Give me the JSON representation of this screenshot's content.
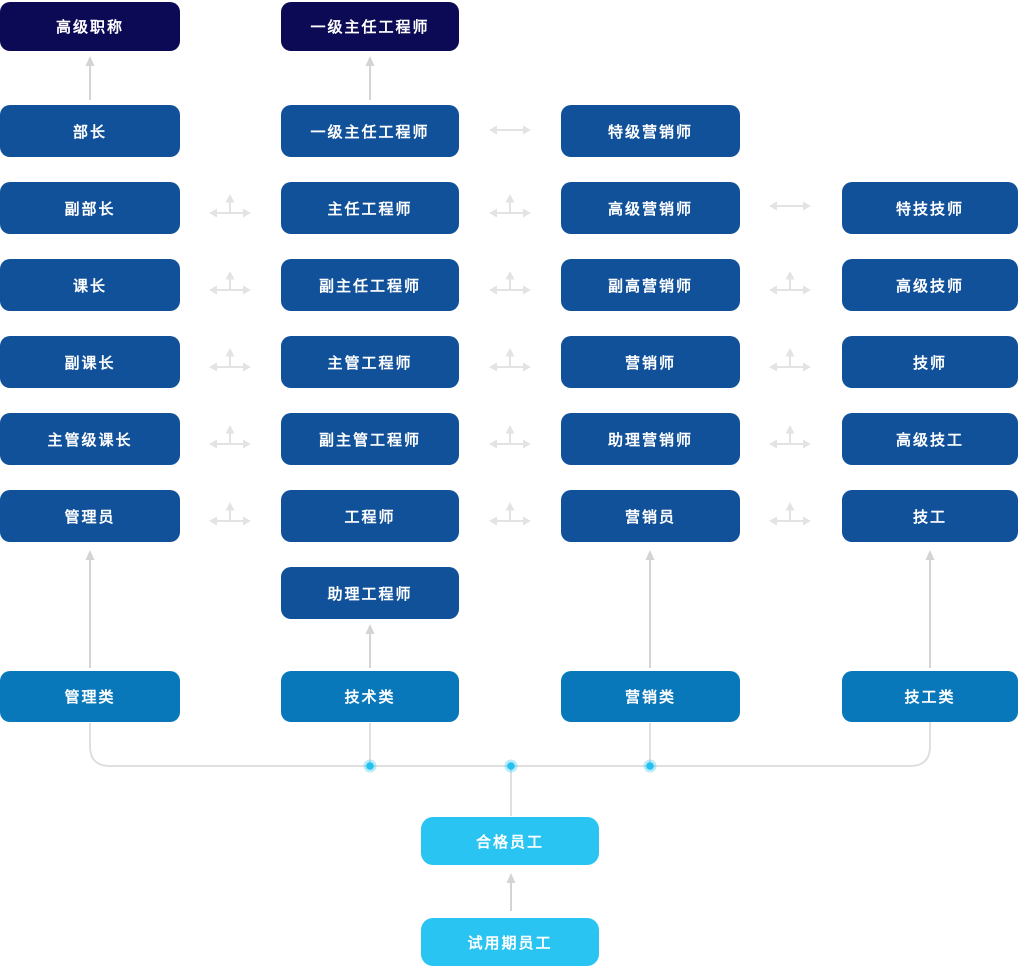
{
  "diagram_type": "career-ladder-org-chart",
  "colors": {
    "title_box": "#0d0a55",
    "level_box": "#11519a",
    "category_box": "#0878ba",
    "base_box": "#29c4f1",
    "connector_line": "#dcdcdc",
    "arrow": "#d4d4d4",
    "side_arrow": "#e3e3e3",
    "junction_dot": "#29c4f1",
    "text": "#ffffff"
  },
  "ladders": {
    "management": {
      "top": "高级职称",
      "levels": [
        "部长",
        "副部长",
        "课长",
        "副课长",
        "主管级课长",
        "管理员"
      ],
      "category": "管理类"
    },
    "technical": {
      "top": "一级主任工程师",
      "levels": [
        "一级主任工程师",
        "主任工程师",
        "副主任工程师",
        "主管工程师",
        "副主管工程师",
        "工程师",
        "助理工程师"
      ],
      "category": "技术类"
    },
    "marketing": {
      "levels": [
        "特级营销师",
        "高级营销师",
        "副高营销师",
        "营销师",
        "助理营销师",
        "营销员"
      ],
      "category": "营销类"
    },
    "skilled": {
      "levels": [
        "特技技师",
        "高级技师",
        "技师",
        "高级技工",
        "技工"
      ],
      "category": "技工类"
    }
  },
  "base": {
    "qualified": "合格员工",
    "probation": "试用期员工"
  },
  "icons": {
    "up_arrow": "promotion direction arrow (↑)",
    "double_arrow": "lateral transfer arrow (↔)",
    "three_way_arrow": "lateral + upward transfer arrow (↔ + ↑)",
    "junction_dot": "connector junction dot"
  }
}
